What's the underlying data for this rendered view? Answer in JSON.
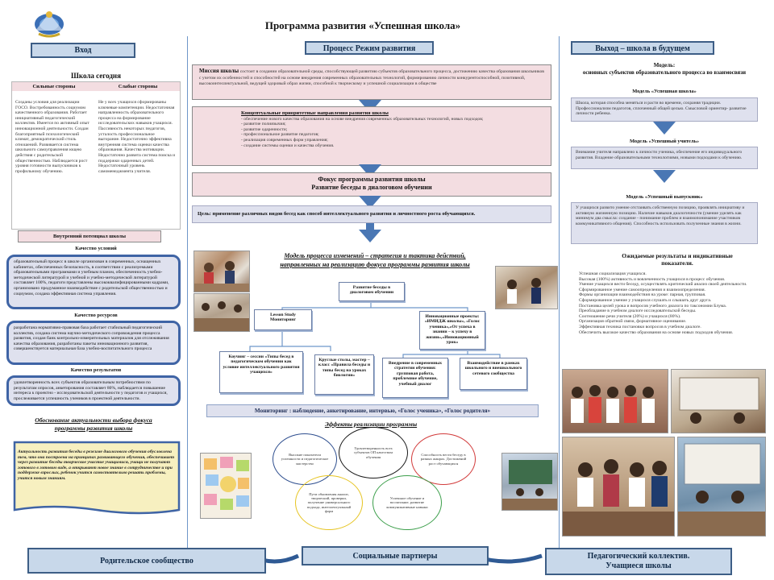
{
  "title": "Программа  развития  «Успешная школа»",
  "columns": {
    "left": {
      "header": "Вход",
      "subtitle": "Школа сегодня",
      "strengths_label": "Сильные стороны",
      "weaknesses_label": "Слабые стороны",
      "strengths_text": "Созданы условия для реализации ГОСО. Востребованность социумом качественного образования. Работает инициативный педагогический коллектив. Имеется по активный опыт инновационной деятельности. Создан благоприятный психологический климат, демократический стиль отношений. Развивается система школьного самоуправления ющею действия с родительской общественностью. Наблюдается рост уровня готовности выпускников к профильному обучению.",
      "weaknesses_text": "Не у всех учащихся сформированы ключевые компетенции. Недостаточная направленность образовательного процесса на формирование исследовательских навыков учащихся. Пассивность некоторых педагогов, усталость профессиональное выгорание. Недостаточно эффективна внутренняя система оценки качества образования. Качества мотивации. Недостаточно развита система поиска и поддержки одаренных детей. Недостаточный уровень самоменеджмента учителя.",
      "internal_env": "Внутренний потенциал школы",
      "conditions_label": "Качество условий",
      "conditions_text": "образовательный процесс в школе организован в современных, оснащенных кабинетах, обеспеченных безопасность, в соответствии с реализуемыми образовательными программами и учебным планом, обеспеченность учебно-методической литературой и учебной и учебно-методической литературой составляет 100%, педагоги представлены высококвалифицированными кадрами, организовано продуманное взаимодействие с родительской общественностью и социумом, создана эффективная система управления.",
      "resources_label": "Качество ресурсов",
      "resources_text": "разработана нормативно-правовая база работает стабильный педагогический коллектив, создана система научно-методического сопровождения процесса развития, создан банк контрольно-измерительных материалов для отслеживания качества образования, разработаны пакеты инновационного развития, совершенствуется материальная база учебно-воспитательного процесса",
      "results_label": "Качество результатов",
      "results_text": "удовлетворенность всех субъектов образовательным потребностями по результатам опросов, анкетирования составляет 80%, наблюдается повышение интереса к проектно - исследовательской деятельности у педагогов и учащихся, прослеживается успешность учеников в проектной деятельности.",
      "rationale_title": "Обоснование актуальности выбора фокуса программы развития школы",
      "rationale_text": "Актуальность развития беседы в режиме диалогового обучения обусловлена тем, что она построена на принципах развивающего обучения, обеспечивает через развитие беседы творческое участие учащимися, учащи не получают готового в готовом виде, а открывают новое знание в сотрудничестве и при поддержке взрослых, ребенок учится самостоятельно решать проблемы, учится новым знаниям."
    },
    "middle": {
      "header": "Процесс     Режим развития",
      "mission_label": "Миссия школы",
      "mission_text": "состоит в создании образовательной среды, способствующей развитию субъектов образовательного процесса, достижению качества образования школьников с учетом их особенностей и способностей на основе внедрения современных образовательных технологий, формированию личности конкурентоспособной, позитивной, высокоинтеллектуальной, ведущей здоровый образ жизни, способной к творческому и успешной социализации в обществе",
      "priorities_title": "Концептуальные приоритетные направления развития школы",
      "priorities_items": [
        "- обеспечение нового качества образования на основе внедрения современных образовательных технологий, новых подходов;",
        "- развитие полиязычия;",
        "- развитие одаренности;",
        "- профессиональное развитие педагогов;",
        "- реализация современных форм управления;",
        "- создание системы оценки и качества обучения."
      ],
      "focus_line1": "Фокус программы развития школы",
      "focus_line2": "Развитие беседы в диалоговом обучении",
      "goal_label": "Цель:",
      "goal_text": "применение различных видов бесед как способ интеллектуального развития и личностного роста обучающихся.",
      "model_title_line1": "Модель процесса изменений – стратегия и тактика действий,",
      "model_title_line2": "направленных  на реализацию фокуса программы развития  школы",
      "center_node": "Развитие беседы в диалоговом обучении",
      "lesson_study_node": "Lesson Study\nМониторинг",
      "innovation_node": "Инновационные проекты: «ИМИДЖ школы», «Голос ученика»,«От успеха в знании – к успеху в жизни»,«Инновационный урок»",
      "leaf_nodes": [
        "Коучинг – сессии «Типы бесед в педагогическом обучении как условие интеллектуального развития учащихся»",
        "Круглые столы, мастер – класс «Правила беседы и типы бесед на уроках биологии»",
        "Внедрение в современных стратегии обучения: групповая работа, проблемное обучение, учебный диалог",
        "Взаимодействие в рамках школьного и внешкольного сетевого сообщества"
      ],
      "monitoring_bar": "Мониторинг : наблюдение, анкетирование, интервью,  «Голос ученика»,  «Голос родителя»",
      "effects_title": "Эффекты реализации программы",
      "effects": [
        "Высокие показатели успешности и педагогическое мастерство",
        "Удовлетворенность всех субъектов ОП качеством обучения",
        "Способность вести беседу в разных жанрах. Достижений рост обучающихся",
        "Пути обновления анализ, творческий, проверки, получение универсального подхода, интеллектуальный форм",
        "Успешное обучение и воспитание, развитие коммуникативные навыки"
      ]
    },
    "right": {
      "header": "Выход – школа в будущем",
      "models_title": "Модель:\nосновных субъектов образовательного процесса   во взаимосвязи",
      "model_school_label": "Модель «Успешная школа»",
      "model_school_text": "Школа, которая способна меняться и расти во времени, сохраняя традиции. Профессионализм педагогов, сплоченный общей целью. Смысловой ориентир- развитие личности ребенка.",
      "model_teacher_label": "Модель «Успешный учитель»",
      "model_teacher_text": "Внимание учителя направлено к личности ученика, обеспечение его индивидуального развития. Владение образовательными технологиями, новыми подходами к обучению.",
      "model_graduate_label": "Модель «Успешный выпускник»",
      "model_graduate_text": "У учащихся развито умение отстаивать собственную позицию, проявлять инициативу и активную жизненную позицию. Наличие навыков диалогичности (умение уделять как минимум два смысла: создание - понимание проблем и взаимопонимание участников коммуникативного общения). Способность использовать полученные знания в жизни.",
      "results_title": "Ожидаемые результаты   и индикативные показатели.",
      "results_items": [
        "Успешная социализация учащихся.",
        "Высокая (100%) активность и вовлеченность учащихся в процесс обучения.",
        "Умение учащихся вести беседу, осуществлять критический анализ своей деятельности.",
        "Сформированное умение самоопределения и взаимоопределения.",
        "Формы организации взаимодействия на уроке: парная, групповая.",
        "Сформированное умение у учащихся слушать и слышать друг друга.",
        "Постановка целей урока и вопросов учебного диалога по таксономии Блума.",
        "Преобладание в учебном диалоге исследовательской беседы.",
        "Соотношение речи учителя (20%) и учащихся (80%).",
        "Организация обратной связи, формативное оценивание.",
        "Эффективная техника постановки вопросов в учебном диалоге.",
        "Обеспечить высокое качество образования на основе новых подходов обучения."
      ]
    }
  },
  "bottom": {
    "left": "Родительское сообщество",
    "middle": "Социальные партнеры",
    "right_line1": "Педагогический коллектив.",
    "right_line2": "Учащиеся школы"
  },
  "colors": {
    "header_fill": "#c8d8ea",
    "header_border": "#3d5e86",
    "arrow": "#4a77b4",
    "pink_panel": "#f3dde1",
    "lavender_panel": "#dfe1ee"
  }
}
